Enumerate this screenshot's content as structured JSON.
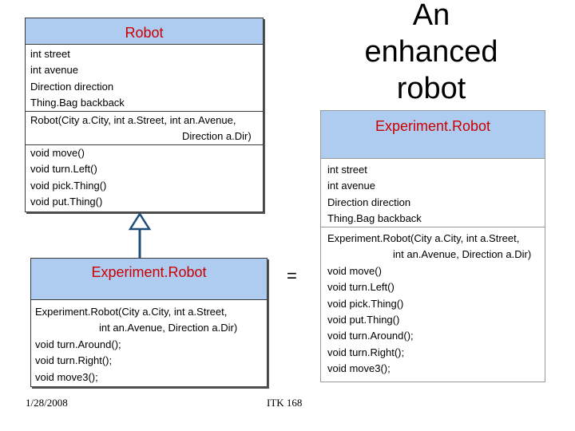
{
  "title": "An enhanced robot",
  "robot_class": {
    "name": "Robot",
    "attributes": [
      "int street",
      "int avenue",
      "Direction direction",
      "Thing.Bag backback"
    ],
    "constructor": [
      "Robot(City a.City, int a.Street, int an.Avenue,",
      "Direction a.Dir)"
    ],
    "methods": [
      "void move()",
      "void turn.Left()",
      "void pick.Thing()",
      "void put.Thing()"
    ]
  },
  "experiment_class": {
    "name": "Experiment.Robot",
    "constructor": [
      "Experiment.Robot(City a.City, int a.Street,",
      "int an.Avenue, Direction a.Dir)"
    ],
    "methods": [
      "void turn.Around();",
      "void turn.Right();",
      "void move3();"
    ]
  },
  "equals": "=",
  "combined_class": {
    "name": "Experiment.Robot",
    "attributes": [
      "int street",
      "int avenue",
      "Direction direction",
      "Thing.Bag backback"
    ],
    "constructor": [
      "Experiment.Robot(City a.City, int a.Street,",
      "int an.Avenue, Direction a.Dir)"
    ],
    "methods": [
      "void move()",
      "void turn.Left()",
      "void pick.Thing()",
      "void put.Thing()",
      "void turn.Around();",
      "void turn.Right();",
      "void move3();"
    ]
  },
  "footer": {
    "date": "1/28/2008",
    "course": "ITK 168"
  },
  "colors": {
    "header_fill": "#aecbf0",
    "class_name_text": "#cc0000",
    "arrow": "#1f4e79"
  }
}
